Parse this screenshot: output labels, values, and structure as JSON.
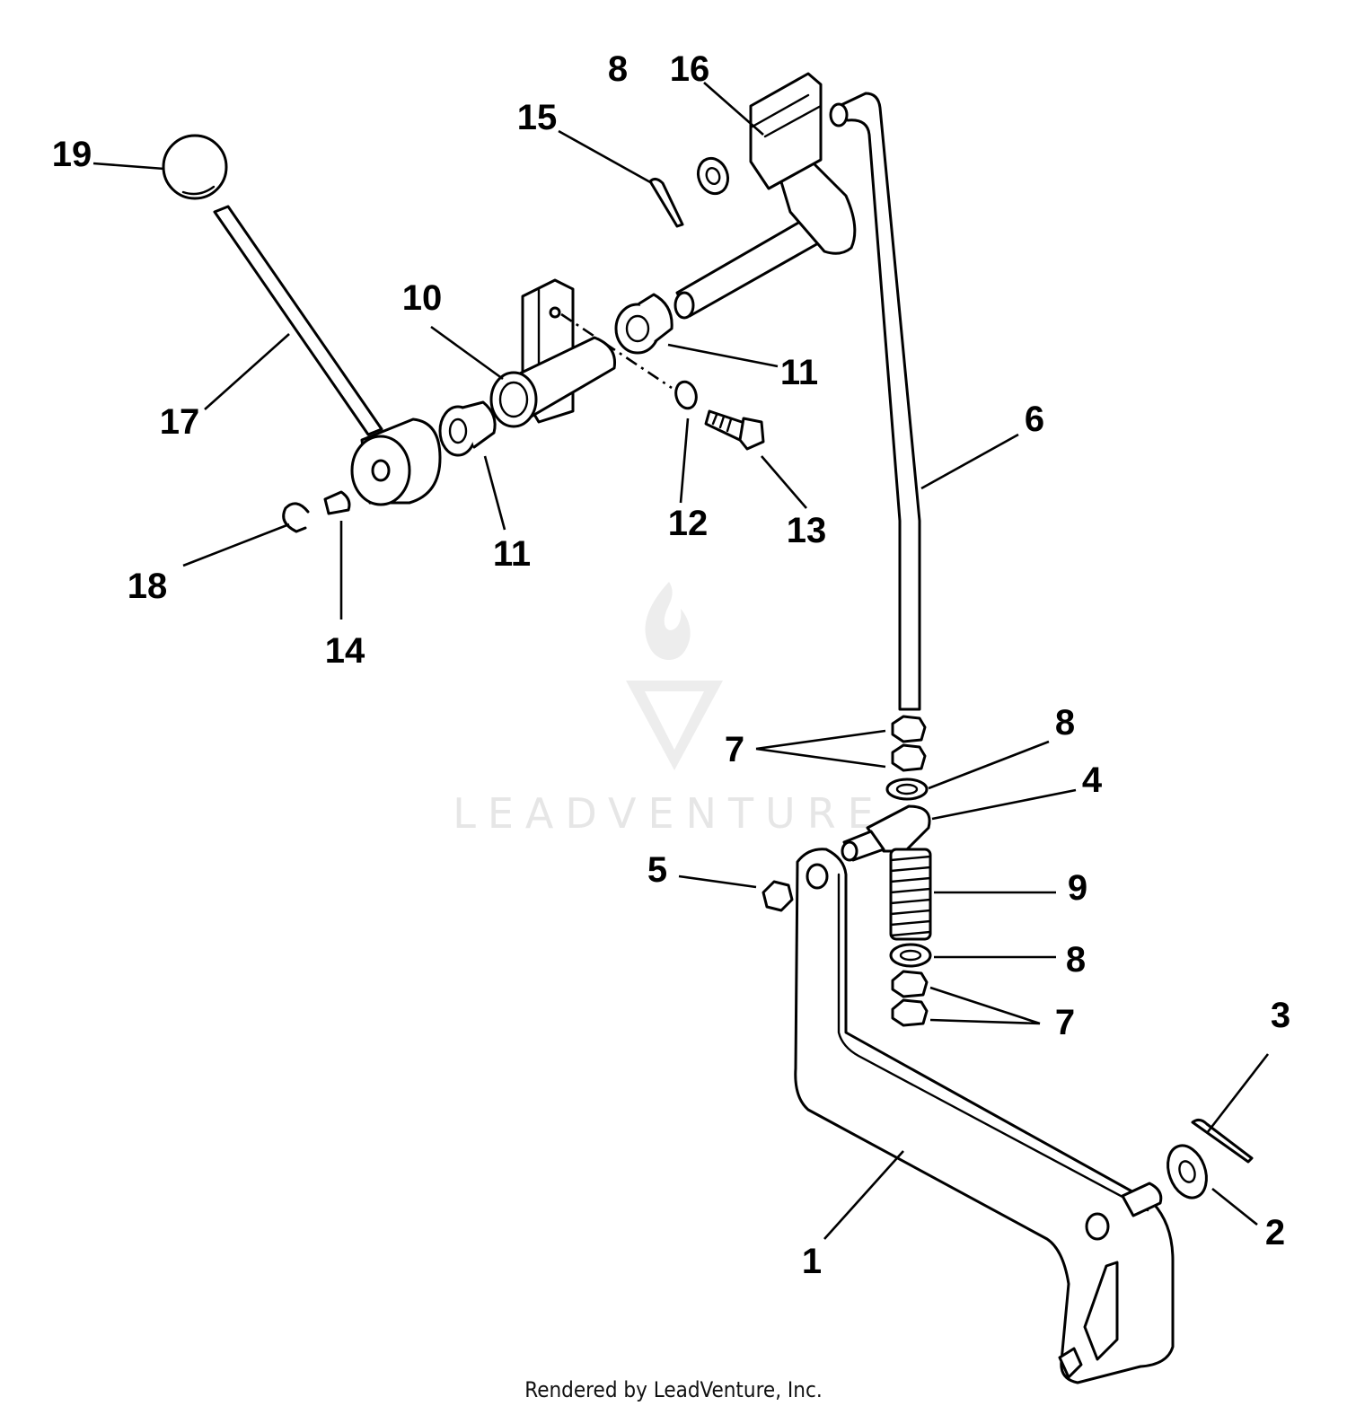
{
  "watermark": {
    "text": "LEADVENTURE"
  },
  "footer": {
    "text": "Rendered by LeadVenture, Inc."
  },
  "callouts": {
    "c1": "1",
    "c2": "2",
    "c3": "3",
    "c4": "4",
    "c5": "5",
    "c6": "6",
    "c7a": "7",
    "c7b": "7",
    "c8a": "8",
    "c8b": "8",
    "c8c": "8",
    "c9": "9",
    "c10": "10",
    "c11a": "11",
    "c11b": "11",
    "c12": "12",
    "c13": "13",
    "c14": "14",
    "c15": "15",
    "c16": "16",
    "c17": "17",
    "c18": "18",
    "c19": "19"
  }
}
